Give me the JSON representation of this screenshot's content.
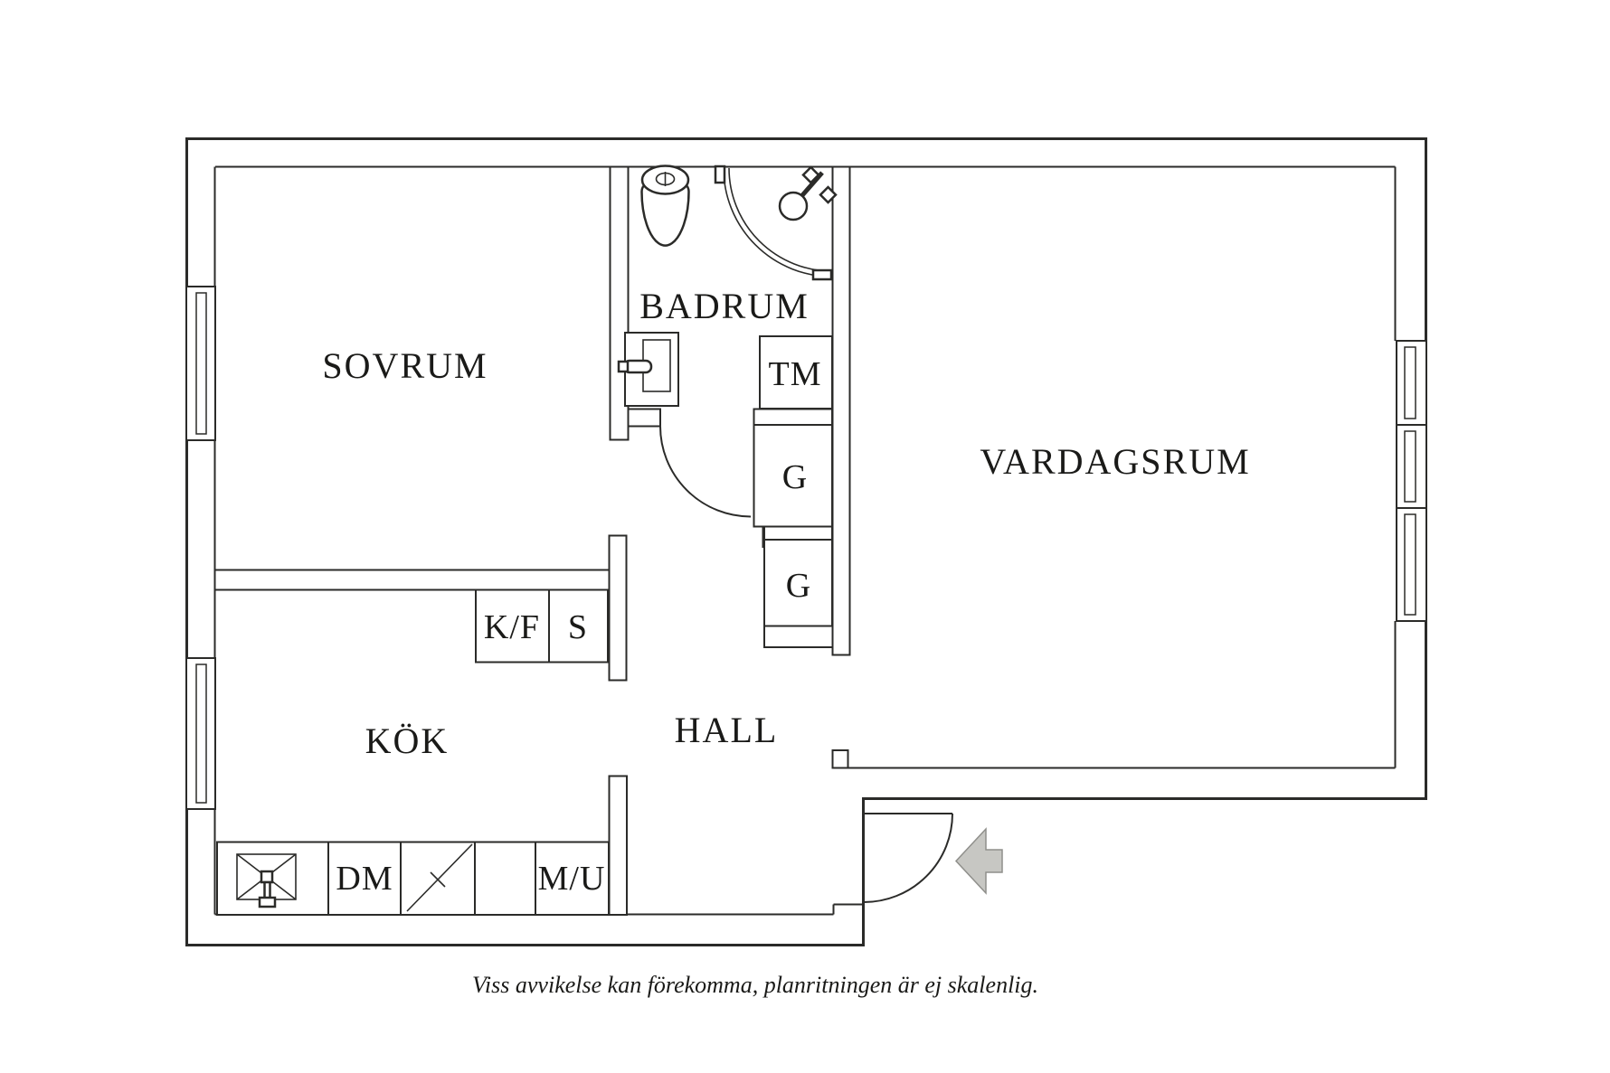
{
  "rooms": {
    "sovrum": {
      "label": "SOVRUM"
    },
    "badrum": {
      "label": "BADRUM"
    },
    "vardagsrum": {
      "label": "VARDAGSRUM"
    },
    "kok": {
      "label": "KÖK"
    },
    "hall": {
      "label": "HALL"
    }
  },
  "fixtures": {
    "tm": {
      "label": "TM"
    },
    "g1": {
      "label": "G"
    },
    "g2": {
      "label": "G"
    },
    "kf": {
      "label": "K/F"
    },
    "s": {
      "label": "S"
    },
    "dm": {
      "label": "DM"
    },
    "mu": {
      "label": "M/U"
    }
  },
  "caption": "Viss avvikelse kan förekomma, planritningen är ej skalenlig.",
  "colors": {
    "wall": "#2b2b29",
    "text": "#1a1a18",
    "arrow-fill": "#c7c7c3",
    "arrow-stroke": "#8f8f8b",
    "bg": "#ffffff"
  }
}
